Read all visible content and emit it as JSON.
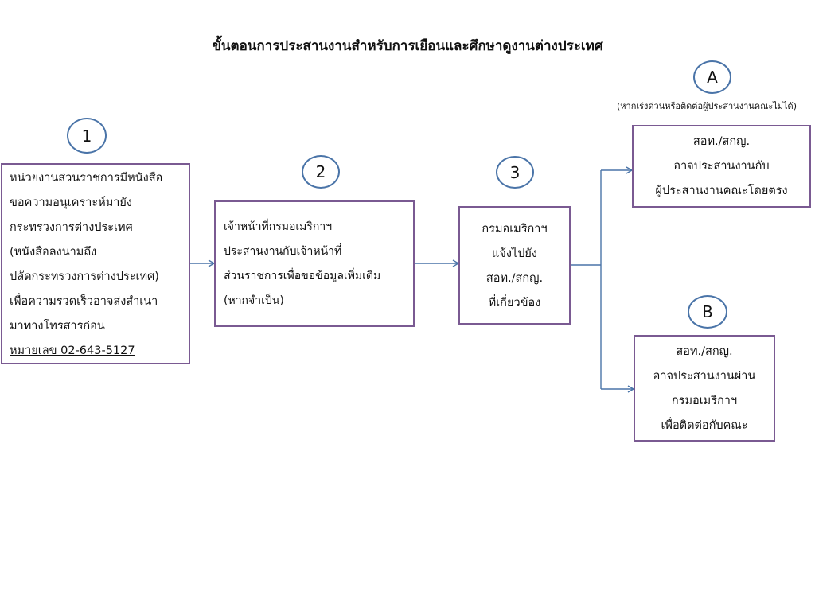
{
  "title": "ขั้นตอนการประสานงานสำหรับการเยือนและศึกษาดูงานต่างประเทศ",
  "note": "(หากเร่งด่วนหรือติดต่อผู้ประสานงานคณะไม่ได้)",
  "steps": {
    "s1": {
      "label": "1",
      "lines": [
        "หน่วยงานส่วนราชการมีหนังสือ",
        "ขอความอนุเคราะห์มายัง",
        "กระทรวงการต่างประเทศ",
        "(หนังสือลงนามถึง",
        "ปลัดกระทรวงการต่างประเทศ)",
        "เพื่อความรวดเร็วอาจส่งสำเนา",
        "มาทางโทรสารก่อน",
        "หมายเลข 02-643-5127"
      ]
    },
    "s2": {
      "label": "2",
      "lines": [
        "เจ้าหน้าที่กรมอเมริกาฯ",
        "ประสานงานกับเจ้าหน้าที่",
        "ส่วนราชการเพื่อขอข้อมูลเพิ่มเติม",
        "(หากจำเป็น)"
      ]
    },
    "s3": {
      "label": "3",
      "lines": [
        "กรมอเมริกาฯ",
        "แจ้งไปยัง",
        "สอท./สกญ.",
        "ที่เกี่ยวข้อง"
      ]
    },
    "sA": {
      "label": "A",
      "lines": [
        "สอท./สกญ.",
        "อาจประสานงานกับ",
        "ผู้ประสานงานคณะโดยตรง"
      ]
    },
    "sB": {
      "label": "B",
      "lines": [
        "สอท./สกญ.",
        "อาจประสานงานผ่าน",
        "กรมอเมริกาฯ",
        "เพื่อติดต่อกับคณะ"
      ]
    }
  },
  "colors": {
    "box_border": "#7a5a92",
    "circle_border": "#4a74a8",
    "arrow": "#4a74a8"
  }
}
